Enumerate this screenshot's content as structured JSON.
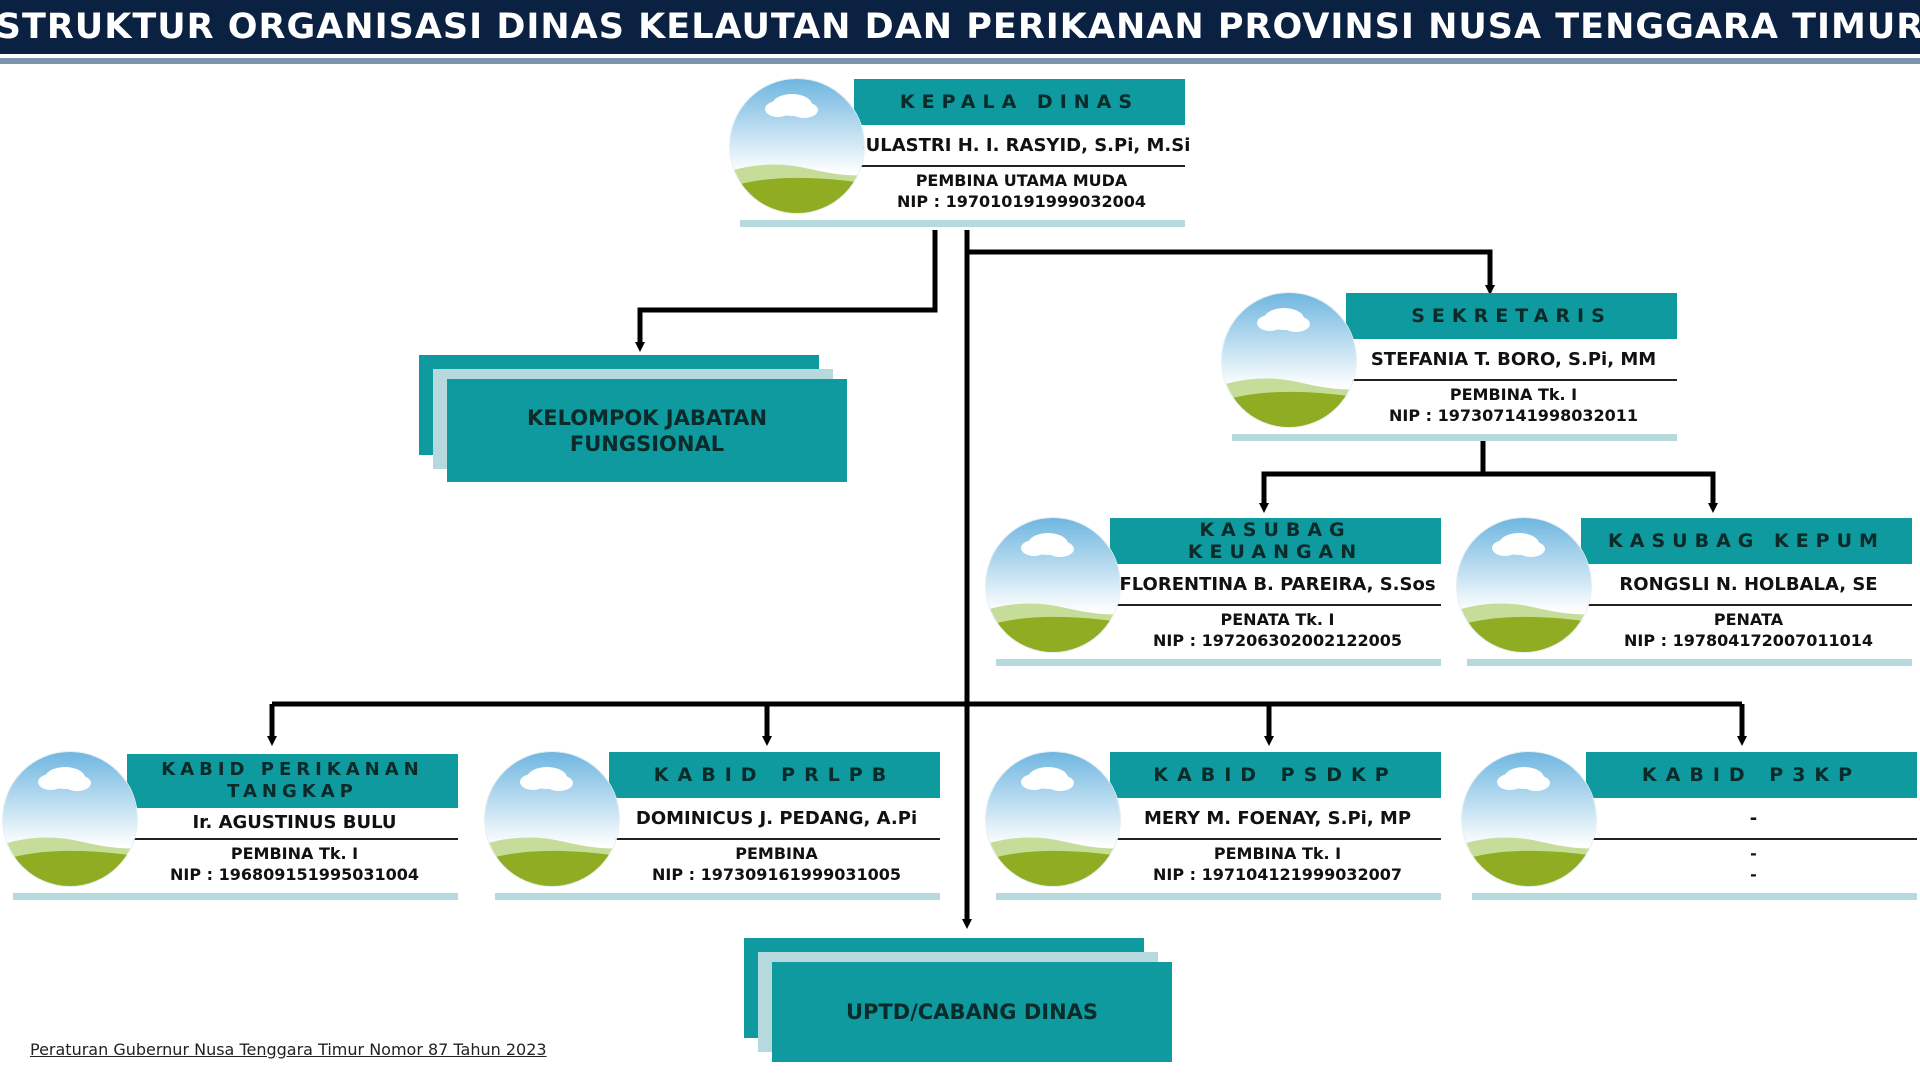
{
  "header": {
    "title": "STRUKTUR ORGANISASI DINAS KELAUTAN DAN PERIKANAN PROVINSI NUSA TENGGARA TIMUR"
  },
  "theme": {
    "header_bg": "#0b2142",
    "accent": "#0e9a9e",
    "light_accent": "#b5d9dc"
  },
  "kepala": {
    "title": "KEPALA DINAS",
    "name": "SULASTRI H. I. RASYID, S.Pi, M.Si",
    "rank": "PEMBINA UTAMA MUDA",
    "nip": "NIP : 197010191999032004",
    "icon": "landscape-avatar-icon"
  },
  "sekretaris": {
    "title": "SEKRETARIS",
    "name": "STEFANIA T. BORO, S.Pi, MM",
    "rank": "PEMBINA Tk. I",
    "nip": "NIP : 197307141998032011",
    "icon": "landscape-avatar-icon"
  },
  "kasubag_keuangan": {
    "title": "KASUBAG KEUANGAN",
    "name": "FLORENTINA B. PAREIRA, S.Sos",
    "rank": "PENATA Tk. I",
    "nip": "NIP : 197206302002122005",
    "icon": "landscape-avatar-icon"
  },
  "kasubag_kepum": {
    "title": "KASUBAG KEPUM",
    "name": "RONGSLI N. HOLBALA, SE",
    "rank": "PENATA",
    "nip": "NIP : 197804172007011014",
    "icon": "landscape-avatar-icon"
  },
  "kabid_tangkap": {
    "title": "KABID PERIKANAN TANGKAP",
    "name": "Ir. AGUSTINUS BULU",
    "rank": "PEMBINA Tk. I",
    "nip": "NIP : 196809151995031004",
    "icon": "landscape-avatar-icon"
  },
  "kabid_prlpb": {
    "title": "KABID PRLPB",
    "name": "DOMINICUS J. PEDANG, A.Pi",
    "rank": "PEMBINA",
    "nip": "NIP : 197309161999031005",
    "icon": "landscape-avatar-icon"
  },
  "kabid_psdkp": {
    "title": "KABID PSDKP",
    "name": "MERY M. FOENAY, S.Pi, MP",
    "rank": "PEMBINA Tk. I",
    "nip": "NIP : 197104121999032007",
    "icon": "landscape-avatar-icon"
  },
  "kabid_p3kp": {
    "title": "KABID P3KP",
    "name": "-",
    "rank": "-",
    "nip": "-",
    "icon": "landscape-avatar-icon"
  },
  "kelompok": {
    "label": "KELOMPOK JABATAN FUNGSIONAL"
  },
  "uptd": {
    "label": "UPTD/CABANG DINAS"
  },
  "footer": {
    "regulation": "Peraturan Gubernur Nusa Tenggara Timur Nomor 87 Tahun 2023"
  }
}
